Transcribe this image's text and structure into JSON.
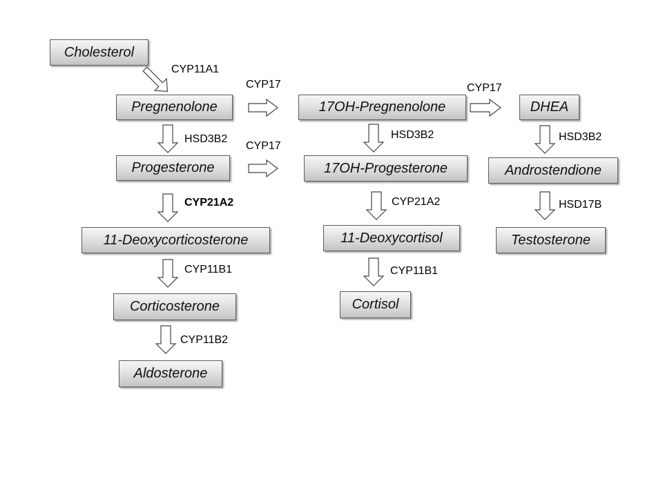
{
  "nodes": {
    "cholesterol": "Cholesterol",
    "pregnenolone": "Pregnenolone",
    "oh17_pregnenolone": "17OH-Pregnenolone",
    "dhea": "DHEA",
    "progesterone": "Progesterone",
    "oh17_progesterone": "17OH-Progesterone",
    "androstendione": "Androstendione",
    "deoxycorticosterone": "11-Deoxycorticosterone",
    "deoxycortisol": "11-Deoxycortisol",
    "testosterone": "Testosterone",
    "corticosterone": "Corticosterone",
    "cortisol": "Cortisol",
    "aldosterone": "Aldosterone"
  },
  "enzymes": {
    "cyp11a1": "CYP11A1",
    "cyp17_a": "CYP17",
    "cyp17_b": "CYP17",
    "cyp17_c": "CYP17",
    "hsd3b2_a": "HSD3B2",
    "hsd3b2_b": "HSD3B2",
    "hsd3b2_c": "HSD3B2",
    "cyp21a2_a": "CYP21A2",
    "cyp21a2_b": "CYP21A2",
    "hsd17b": "HSD17B",
    "cyp11b1_a": "CYP11B1",
    "cyp11b1_b": "CYP11B1",
    "cyp11b2": "CYP11B2"
  }
}
